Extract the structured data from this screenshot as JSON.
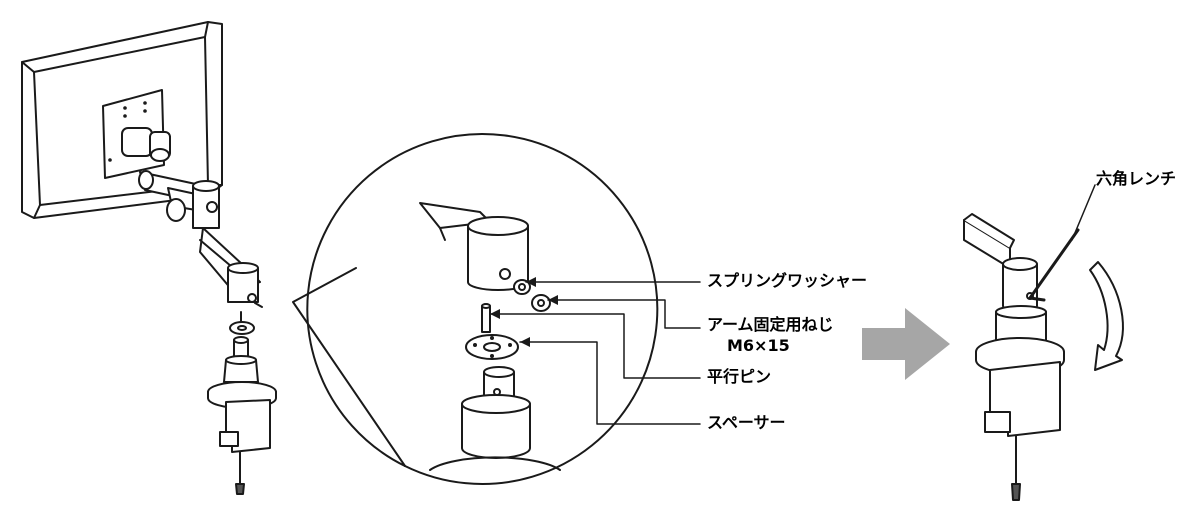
{
  "labels": {
    "spring_washer": "スプリングワッシャー",
    "arm_screw_line1": "アーム固定用ねじ",
    "arm_screw_line2": "M6×15",
    "parallel_pin": "平行ピン",
    "spacer": "スペーサー",
    "hex_wrench": "六角レンチ"
  },
  "colors": {
    "line": "#1a1a1a",
    "arrow_gray": "#a6a6a6",
    "shade": "#555555",
    "fill": "#ffffff"
  }
}
